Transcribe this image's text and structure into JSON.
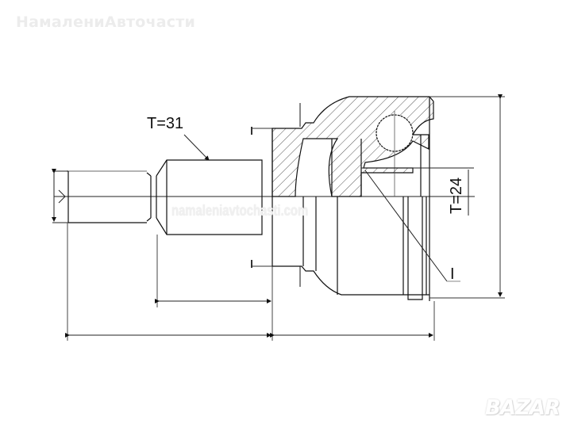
{
  "watermarks": {
    "top": "НамалениАвточасти",
    "middle": "namaleniavtochasti.com",
    "logo": "BAZAR"
  },
  "drawing": {
    "title": "CV joint technical drawing",
    "labels": {
      "shaft_spline": "T=31",
      "inner_spline": "T=24",
      "inner_diameter_marker": "I"
    },
    "colors": {
      "line": "#111111",
      "thin_line": "#555555",
      "hatch": "#666666",
      "watermark": "#eeeeee"
    }
  }
}
